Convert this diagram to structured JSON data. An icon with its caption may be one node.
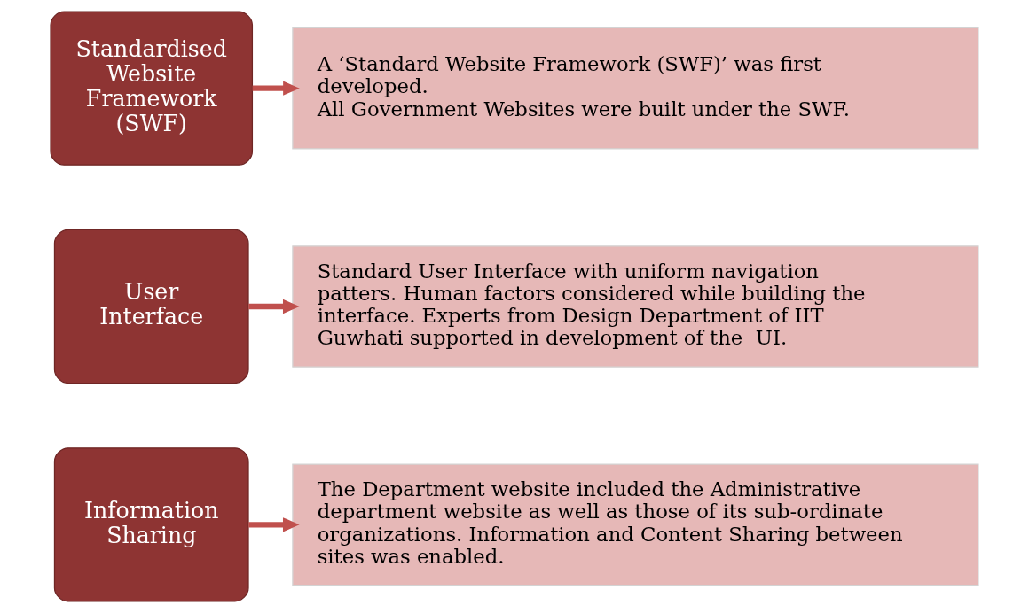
{
  "diagram": {
    "nodes": [
      {
        "text": [
          "Standardised Website Framework (SWF)"
        ]
      },
      {
        "text": [
          "A ‘Standard Website Framework (SWF)’ was first developed.",
          "All Government Websites were built under the SWF."
        ]
      },
      {
        "text": [
          "User Interface"
        ]
      },
      {
        "text": [
          "Standard User Interface with uniform navigation patters. Human factors considered while building the interface. Experts from Design Department of IIT Guwhati supported in development of the  UI."
        ]
      },
      {
        "text": [
          "Information Sharing"
        ]
      },
      {
        "text": [
          "The Department website included the Administrative department website as well as those of its sub-ordinate organizations. Information and Content Sharing between sites was enabled."
        ]
      }
    ],
    "edges": [
      {
        "from": 0,
        "to": 1,
        "arrow": "to"
      },
      {
        "from": 2,
        "to": 3,
        "arrow": "to"
      },
      {
        "from": 4,
        "to": 5,
        "arrow": "to"
      }
    ]
  }
}
